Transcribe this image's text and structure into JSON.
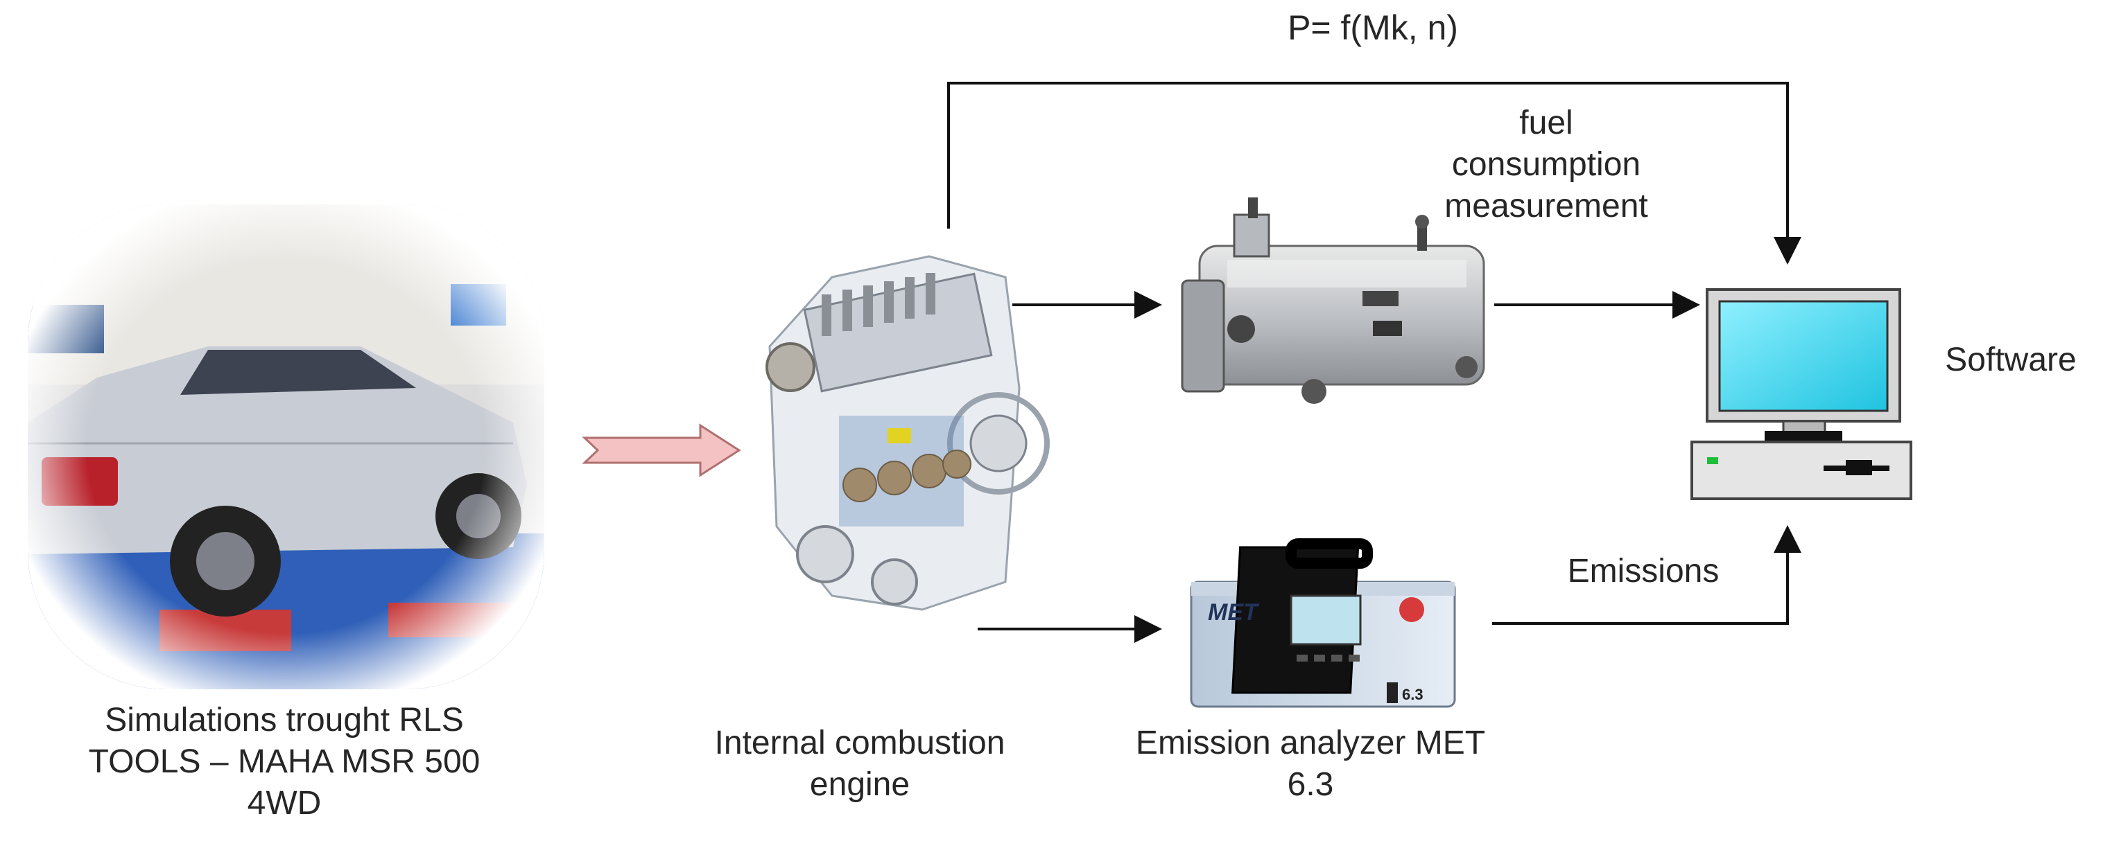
{
  "formula": "P= f(Mk, n)",
  "labels": {
    "fuel": "fuel\nconsumption\nmeasurement",
    "software": "Software",
    "emissions": "Emissions",
    "simulation": "Simulations trought RLS\nTOOLS – MAHA MSR 500\n4WD",
    "engine": "Internal combustion\nengine",
    "analyzer": "Emission analyzer MET\n6.3"
  },
  "device_text": {
    "analyzer_brand": "MET",
    "analyzer_model": "6.3"
  },
  "colors": {
    "line": "#111111",
    "input_arrow_fill": "#f4c2c2",
    "input_arrow_stroke": "#b07070",
    "screen": "#3fd8f0",
    "bench_blue": "#2f5fb8",
    "car_silver": "#c8ccd4"
  }
}
